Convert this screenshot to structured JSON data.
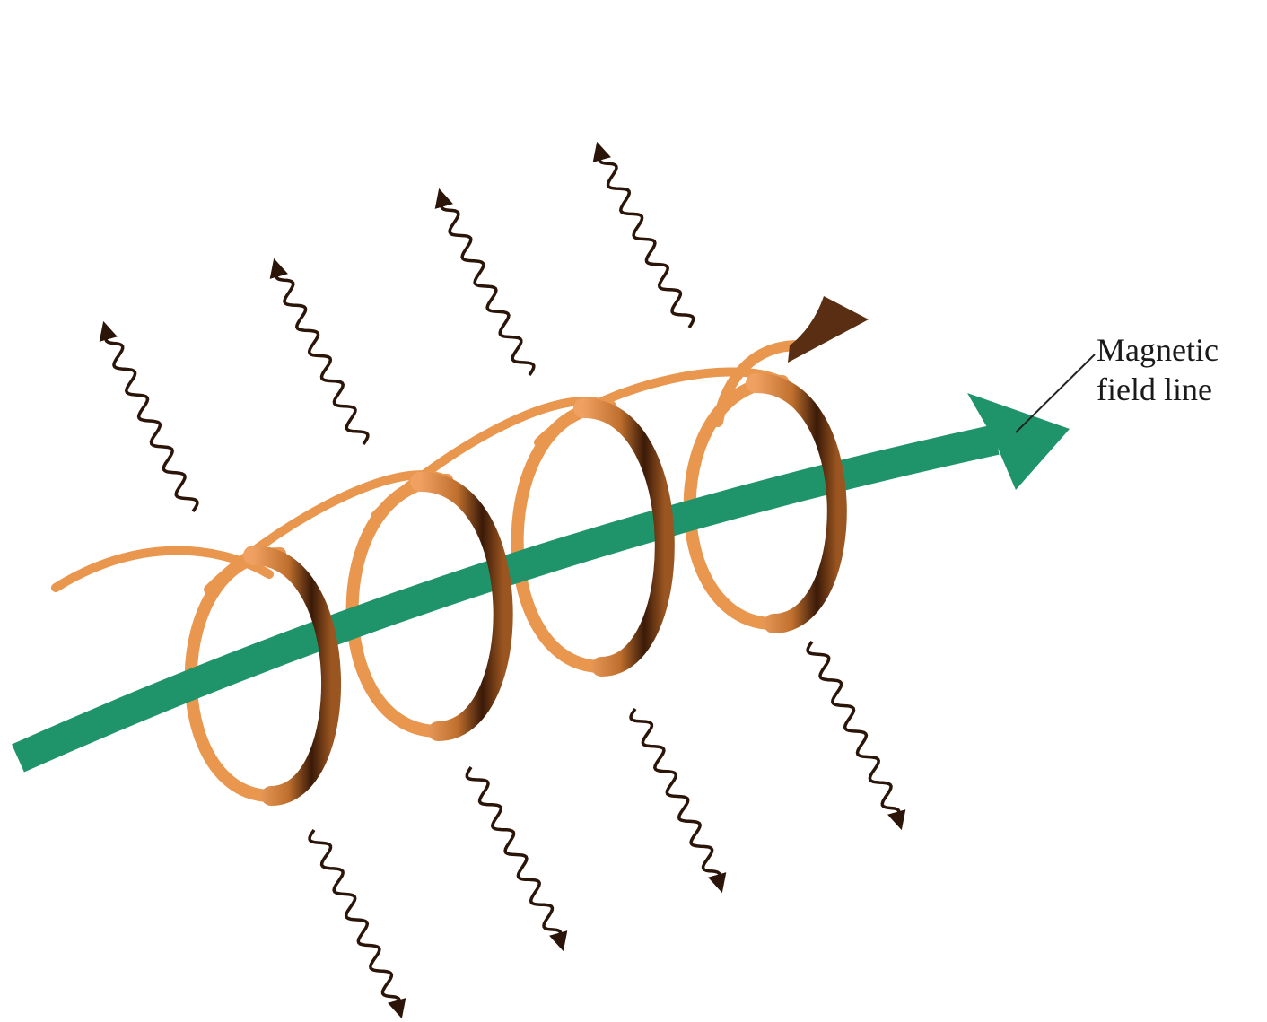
{
  "diagram": {
    "label": {
      "line1": "Magnetic",
      "line2": "field line"
    },
    "colors": {
      "field_line": "#1f946b",
      "helix_light": "#e9964f",
      "helix_dark": "#2a1306",
      "photon": "#2b1408",
      "leader": "#222222"
    },
    "icons": {
      "field_arrow": "field-line-arrow",
      "electron_path": "spiral-helix",
      "radiation": "wavy-arrow"
    }
  }
}
